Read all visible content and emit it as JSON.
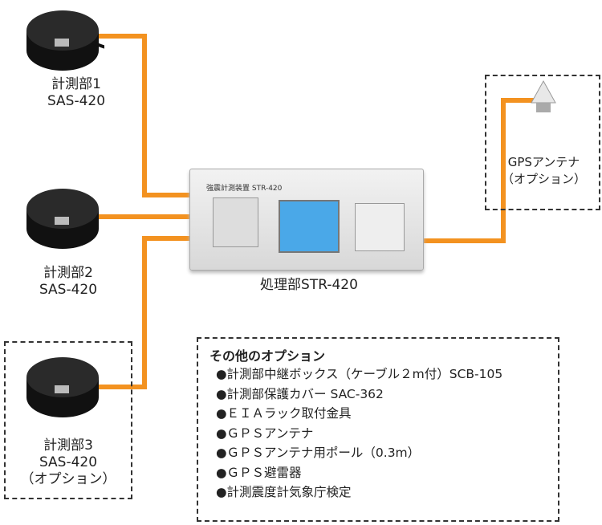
{
  "sensors": [
    {
      "name": "計測部1",
      "model": "SAS-420"
    },
    {
      "name": "計測部2",
      "model": "SAS-420"
    },
    {
      "name": "計測部3",
      "model": "SAS-420",
      "note": "（オプション）"
    }
  ],
  "processor": {
    "caption": "処理部STR-420",
    "panel_label": "強震計測装置 STR-420"
  },
  "gps": {
    "name": "GPSアンテナ",
    "note": "（オプション）"
  },
  "options": {
    "title": "その他のオプション",
    "items": [
      "●計測部中継ボックス（ケーブル２m付）SCB-105",
      "●計測部保護カバー SAC-362",
      "●ＥＩＡラック取付金具",
      "●ＧＰＳアンテナ",
      "●ＧＰＳアンテナ用ポール（0.3m）",
      "●ＧＰＳ避雷器",
      "●計測震度計気象庁検定"
    ]
  },
  "colors": {
    "cable": "#f39220",
    "sensor": "#1c1c1c",
    "screen": "#4aa8e8"
  }
}
